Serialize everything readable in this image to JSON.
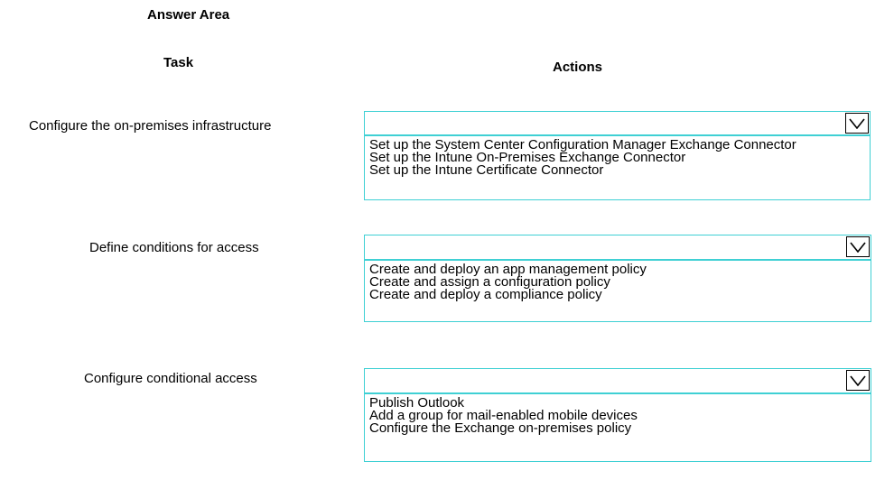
{
  "answer_area": {
    "title": "Answer Area"
  },
  "headers": {
    "task": "Task",
    "actions": "Actions"
  },
  "rows": [
    {
      "task": "Configure the on-premises infrastructure",
      "options": [
        "Set up the System Center Configuration Manager Exchange Connector",
        "Set up the Intune On-Premises Exchange Connector",
        "Set up the Intune Certificate Connector"
      ]
    },
    {
      "task": "Define conditions for access",
      "options": [
        "Create and deploy an app management policy",
        "Create and assign a configuration policy",
        "Create and deploy a compliance policy"
      ]
    },
    {
      "task": "Configure conditional access",
      "options": [
        "Publish Outlook",
        "Add a group for mail-enabled mobile devices",
        "Configure the Exchange on-premises policy"
      ]
    }
  ],
  "icons": {
    "dropdown_arrow": "chevron-down-icon"
  },
  "colors": {
    "dropdown_border": "#3fd0d4",
    "text": "#000000",
    "background": "#ffffff"
  }
}
